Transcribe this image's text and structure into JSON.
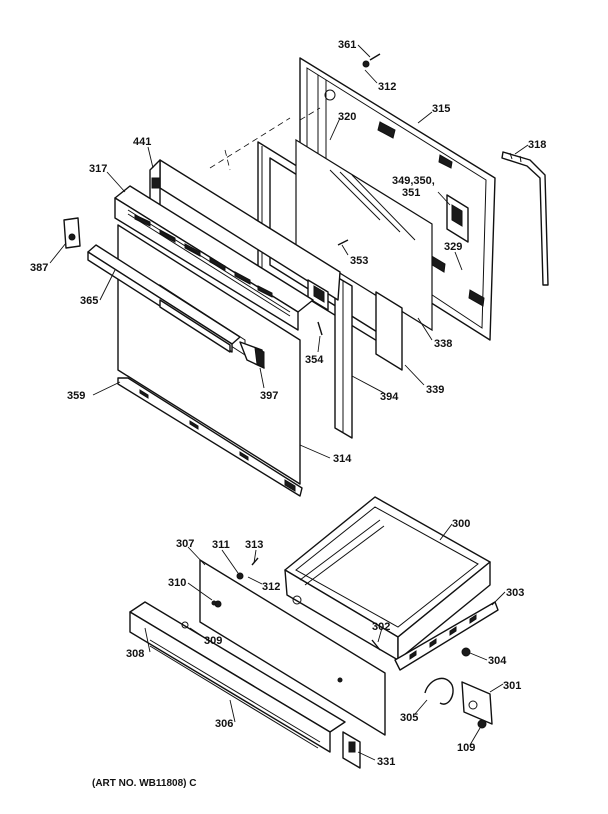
{
  "art_number": "(ART NO. WB11808) C",
  "labels": {
    "p361": "361",
    "p312a": "312",
    "p315": "315",
    "p320": "320",
    "p318": "318",
    "p441": "441",
    "p317": "317",
    "p349": "349,350,",
    "p351": "351",
    "p387": "387",
    "p329": "329",
    "p353": "353",
    "p365": "365",
    "p338": "338",
    "p354": "354",
    "p339": "339",
    "p397": "397",
    "p394": "394",
    "p359": "359",
    "p314": "314",
    "p300": "300",
    "p307": "307",
    "p311": "311",
    "p313": "313",
    "p312b": "312",
    "p310": "310",
    "p303": "303",
    "p309": "309",
    "p302": "302",
    "p308": "308",
    "p304": "304",
    "p301": "301",
    "p305": "305",
    "p306": "306",
    "p109": "109",
    "p331": "331"
  }
}
